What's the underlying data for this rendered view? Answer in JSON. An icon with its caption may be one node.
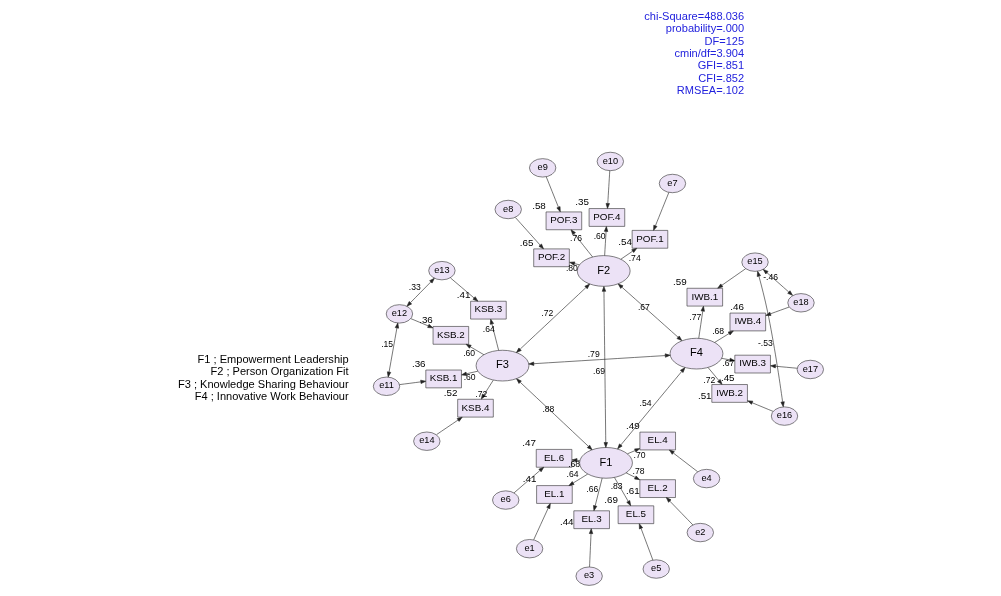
{
  "diagram": {
    "nodes": [
      {
        "text": [
          "e1"
        ]
      },
      {
        "text": [
          "e2"
        ]
      },
      {
        "text": [
          "e3"
        ]
      },
      {
        "text": [
          "e4"
        ]
      },
      {
        "text": [
          "e5"
        ]
      },
      {
        "text": [
          "e6"
        ]
      },
      {
        "text": [
          "EL.1"
        ],
        "beside": [
          ".41"
        ]
      },
      {
        "text": [
          "EL.2"
        ],
        "beside": [
          ".61"
        ]
      },
      {
        "text": [
          "EL.3"
        ],
        "beside": [
          ".44"
        ]
      },
      {
        "text": [
          "EL.4"
        ],
        "beside": [
          ".49"
        ]
      },
      {
        "text": [
          "EL.5"
        ],
        "beside": [
          ".69"
        ]
      },
      {
        "text": [
          "EL.6"
        ],
        "beside": [
          ".47"
        ]
      },
      {
        "text": [
          "F1"
        ]
      },
      {
        "text": [
          "e10"
        ]
      },
      {
        "text": [
          "e9"
        ]
      },
      {
        "text": [
          "e8"
        ]
      },
      {
        "text": [
          "e7"
        ]
      },
      {
        "text": [
          "POF.4"
        ],
        "beside": [
          ".35"
        ]
      },
      {
        "text": [
          "POF.3"
        ],
        "beside": [
          ".58"
        ]
      },
      {
        "text": [
          "POF.2"
        ],
        "beside": [
          ".65"
        ]
      },
      {
        "text": [
          "POF.1"
        ],
        "beside": [
          ".54"
        ]
      },
      {
        "text": [
          "F2"
        ]
      },
      {
        "text": [
          "F4"
        ]
      },
      {
        "text": [
          "IWB.1"
        ],
        "beside": [
          ".59"
        ]
      },
      {
        "text": [
          "IWB.2"
        ],
        "beside": [
          ".51"
        ]
      },
      {
        "text": [
          "IWB.3"
        ],
        "beside": [
          ".45"
        ]
      },
      {
        "text": [
          "IWB.4"
        ],
        "beside": [
          ".46"
        ]
      },
      {
        "text": [
          "e15"
        ]
      },
      {
        "text": [
          "e16"
        ]
      },
      {
        "text": [
          "e17"
        ]
      },
      {
        "text": [
          "e18"
        ]
      },
      {
        "text": [
          "F3"
        ]
      },
      {
        "text": [
          "KSB.4"
        ],
        "beside": [
          ".52"
        ]
      },
      {
        "text": [
          "KSB.3"
        ],
        "beside": [
          ".41"
        ]
      },
      {
        "text": [
          "KSB.2"
        ],
        "beside": [
          ".36"
        ]
      },
      {
        "text": [
          "KSB.1"
        ],
        "beside": [
          ".36"
        ]
      },
      {
        "text": [
          "e14"
        ]
      },
      {
        "text": [
          "e13"
        ]
      },
      {
        "text": [
          "e12"
        ]
      },
      {
        "text": [
          "e11"
        ]
      }
    ],
    "edges": [
      {
        "from": 0,
        "to": 6,
        "arrow": "to"
      },
      {
        "from": 1,
        "to": 7,
        "arrow": "to"
      },
      {
        "from": 2,
        "to": 8,
        "arrow": "to"
      },
      {
        "from": 3,
        "to": 9,
        "arrow": "to"
      },
      {
        "from": 4,
        "to": 10,
        "arrow": "to"
      },
      {
        "from": 5,
        "to": 11,
        "arrow": "to"
      },
      {
        "from": 12,
        "to": 6,
        "arrow": "to",
        "label": ".64"
      },
      {
        "from": 12,
        "to": 7,
        "arrow": "to",
        "label": ".78"
      },
      {
        "from": 12,
        "to": 8,
        "arrow": "to",
        "label": ".66"
      },
      {
        "from": 12,
        "to": 9,
        "arrow": "to",
        "label": ".70"
      },
      {
        "from": 12,
        "to": 10,
        "arrow": "to",
        "label": ".83"
      },
      {
        "from": 12,
        "to": 11,
        "arrow": "to",
        "label": ".68"
      },
      {
        "from": 13,
        "to": 17,
        "arrow": "to"
      },
      {
        "from": 14,
        "to": 18,
        "arrow": "to"
      },
      {
        "from": 15,
        "to": 19,
        "arrow": "to"
      },
      {
        "from": 16,
        "to": 20,
        "arrow": "to"
      },
      {
        "from": 21,
        "to": 17,
        "arrow": "to",
        "label": ".60"
      },
      {
        "from": 21,
        "to": 18,
        "arrow": "to",
        "label": ".76"
      },
      {
        "from": 21,
        "to": 19,
        "arrow": "to",
        "label": ".80"
      },
      {
        "from": 21,
        "to": 20,
        "arrow": "to",
        "label": ".74"
      },
      {
        "from": 12,
        "to": 21,
        "arrow": "both",
        "label": ".69"
      },
      {
        "from": 12,
        "to": 31,
        "arrow": "both",
        "label": ".88"
      },
      {
        "from": 12,
        "to": 22,
        "arrow": "both",
        "label": ".54"
      },
      {
        "from": 21,
        "to": 22,
        "arrow": "both",
        "label": ".67"
      },
      {
        "from": 21,
        "to": 31,
        "arrow": "both",
        "label": ".72"
      },
      {
        "from": 31,
        "to": 22,
        "arrow": "both",
        "label": ".79"
      },
      {
        "from": 22,
        "to": 23,
        "arrow": "to",
        "label": ".77"
      },
      {
        "from": 22,
        "to": 24,
        "arrow": "to",
        "label": ".72"
      },
      {
        "from": 22,
        "to": 25,
        "arrow": "to",
        "label": ".67"
      },
      {
        "from": 22,
        "to": 26,
        "arrow": "to",
        "label": ".68"
      },
      {
        "from": 27,
        "to": 23,
        "arrow": "to"
      },
      {
        "from": 28,
        "to": 24,
        "arrow": "to"
      },
      {
        "from": 29,
        "to": 25,
        "arrow": "to"
      },
      {
        "from": 30,
        "to": 26,
        "arrow": "to"
      },
      {
        "from": 27,
        "to": 28,
        "arrow": "both",
        "label": "-.53"
      },
      {
        "from": 27,
        "to": 30,
        "arrow": "both",
        "label": "-.46"
      },
      {
        "from": 31,
        "to": 32,
        "arrow": "to",
        "label": ".72"
      },
      {
        "from": 31,
        "to": 33,
        "arrow": "to",
        "label": ".64"
      },
      {
        "from": 31,
        "to": 34,
        "arrow": "to",
        "label": ".60"
      },
      {
        "from": 31,
        "to": 35,
        "arrow": "to",
        "label": ".60"
      },
      {
        "from": 36,
        "to": 32,
        "arrow": "to"
      },
      {
        "from": 37,
        "to": 33,
        "arrow": "to"
      },
      {
        "from": 38,
        "to": 34,
        "arrow": "to"
      },
      {
        "from": 39,
        "to": 35,
        "arrow": "to"
      },
      {
        "from": 37,
        "to": 38,
        "arrow": "both",
        "label": ".33"
      },
      {
        "from": 38,
        "to": 39,
        "arrow": "both",
        "label": ".15"
      }
    ],
    "labels": [
      "chi-Square=488.036",
      "probability=.000",
      "DF=125",
      "cmin/df=3.904",
      "GFI=.851",
      "CFI=.852",
      "RMSEA=.102",
      "F1 ; Empowerment Leadership",
      "F2 ; Person Organization Fit",
      "F3 ; Knowledge Sharing Behaviour",
      "F4 ; Innovative Work Behaviour"
    ]
  }
}
